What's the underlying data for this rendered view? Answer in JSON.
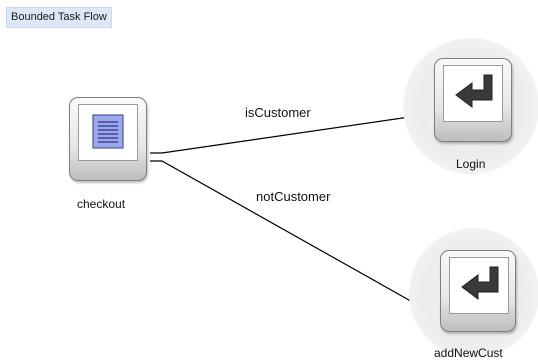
{
  "flow_type_label": "Bounded Task Flow",
  "nodes": [
    {
      "id": "checkout",
      "label": "checkout",
      "icon": "view-document-icon"
    },
    {
      "id": "login",
      "label": "Login",
      "icon": "return-arrow-icon"
    },
    {
      "id": "addNewCust",
      "label": "addNewCust",
      "icon": "return-arrow-icon"
    }
  ],
  "edges": [
    {
      "from": "checkout",
      "to": "login",
      "label": "isCustomer"
    },
    {
      "from": "checkout",
      "to": "addNewCust",
      "label": "notCustomer"
    }
  ],
  "colors": {
    "tag_background": "#dde7f5",
    "view_icon_fill": "#9da8ea",
    "return_icon_fill": "#3a3a3a"
  }
}
